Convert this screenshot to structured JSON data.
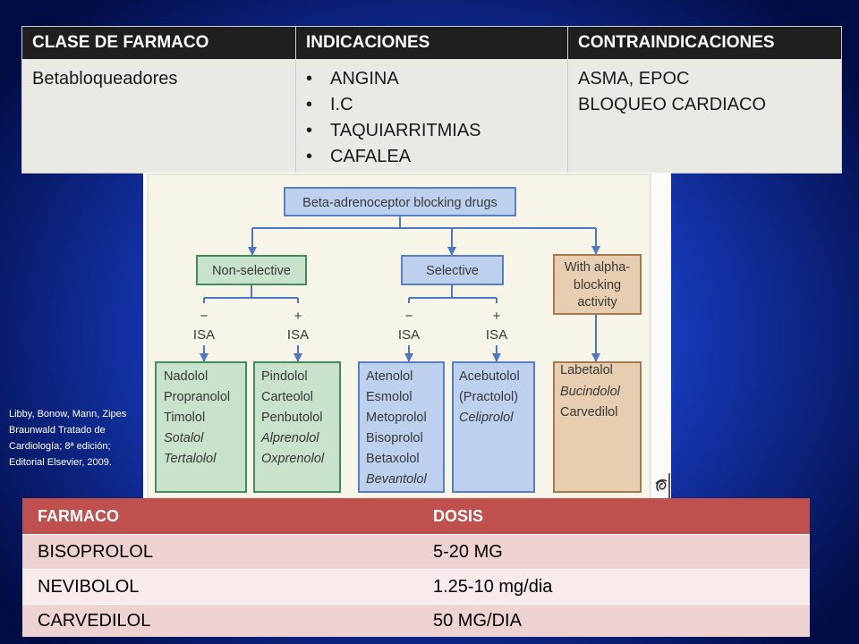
{
  "theme": {
    "bg_center": "#2b60e2",
    "bg_mid": "#1538b4",
    "bg_edge": "#020c44",
    "t1_header_bg": "#1f1f1f",
    "t1_body_bg": "#eae9e4",
    "t2_header_bg": "#c0504d",
    "t2_row_a": "#efd3d2",
    "t2_row_b": "#f8ebea",
    "fig_bg": "#f6f5e7",
    "green_fill": "#c8e2cc",
    "green_stroke": "#3f8e5a",
    "blue_fill": "#bdd1ee",
    "blue_stroke": "#5a7ec3",
    "tan_fill": "#e8ceb1",
    "tan_stroke": "#a8794f",
    "connector": "#4f77c4"
  },
  "indications_table": {
    "headers": [
      "CLASE DE FARMACO",
      "INDICACIONES",
      "CONTRAINDICACIONES"
    ],
    "rows": [
      {
        "drug_class": "Betabloqueadores",
        "indications": [
          "ANGINA",
          "I.C",
          "TAQUIARRITMIAS",
          "CAFALEA"
        ],
        "contraindications": [
          "ASMA, EPOC",
          "BLOQUEO CARDIACO"
        ]
      }
    ]
  },
  "figure": {
    "root": "Beta-adrenoceptor blocking drugs",
    "groups": [
      {
        "label_lines": [
          "Non-selective"
        ],
        "branches": [
          {
            "sign": "−",
            "isa": "ISA",
            "drugs": [
              {
                "name": "Nadolol",
                "italic": false
              },
              {
                "name": "Propranolol",
                "italic": false
              },
              {
                "name": "Timolol",
                "italic": false
              },
              {
                "name": "Sotalol",
                "italic": true
              },
              {
                "name": "Tertalolol",
                "italic": true
              }
            ]
          },
          {
            "sign": "+",
            "isa": "ISA",
            "drugs": [
              {
                "name": "Pindolol",
                "italic": false
              },
              {
                "name": "Carteolol",
                "italic": false
              },
              {
                "name": "Penbutolol",
                "italic": false
              },
              {
                "name": "Alprenolol",
                "italic": true
              },
              {
                "name": "Oxprenolol",
                "italic": true
              }
            ]
          }
        ]
      },
      {
        "label_lines": [
          "Selective"
        ],
        "branches": [
          {
            "sign": "−",
            "isa": "ISA",
            "drugs": [
              {
                "name": "Atenolol",
                "italic": false
              },
              {
                "name": "Esmolol",
                "italic": false
              },
              {
                "name": "Metoprolol",
                "italic": false
              },
              {
                "name": "Bisoprolol",
                "italic": false
              },
              {
                "name": "Betaxolol",
                "italic": false
              },
              {
                "name": "Bevantolol",
                "italic": true
              }
            ]
          },
          {
            "sign": "+",
            "isa": "ISA",
            "drugs": [
              {
                "name": "Acebutolol",
                "italic": false
              },
              {
                "name": "(Practolol)",
                "italic": false
              },
              {
                "name": "Celiprolol",
                "italic": true
              }
            ]
          }
        ]
      },
      {
        "label_lines": [
          "With alpha-",
          "blocking",
          "activity"
        ],
        "branches": [
          {
            "drugs": [
              {
                "name": "Labetalol",
                "italic": false
              },
              {
                "name": "Bucindolol",
                "italic": true
              },
              {
                "name": "Carvedilol",
                "italic": false
              }
            ]
          }
        ]
      }
    ],
    "publisher_logo_icon": "elsevier-tree-logo-icon"
  },
  "citation": {
    "lines": [
      "Libby, Bonow, Mann, Zipes",
      "Braunwald Tratado de",
      "Cardiología; 8ª edición;",
      "Editorial Elsevier, 2009."
    ]
  },
  "dose_table": {
    "headers": [
      "FARMACO",
      "DOSIS"
    ],
    "rows": [
      {
        "drug": "BISOPROLOL",
        "dose": "5-20 MG"
      },
      {
        "drug": "NEVIBOLOL",
        "dose": "1.25-10 mg/dia"
      },
      {
        "drug": "CARVEDILOL",
        "dose": "50 MG/DIA"
      }
    ]
  }
}
